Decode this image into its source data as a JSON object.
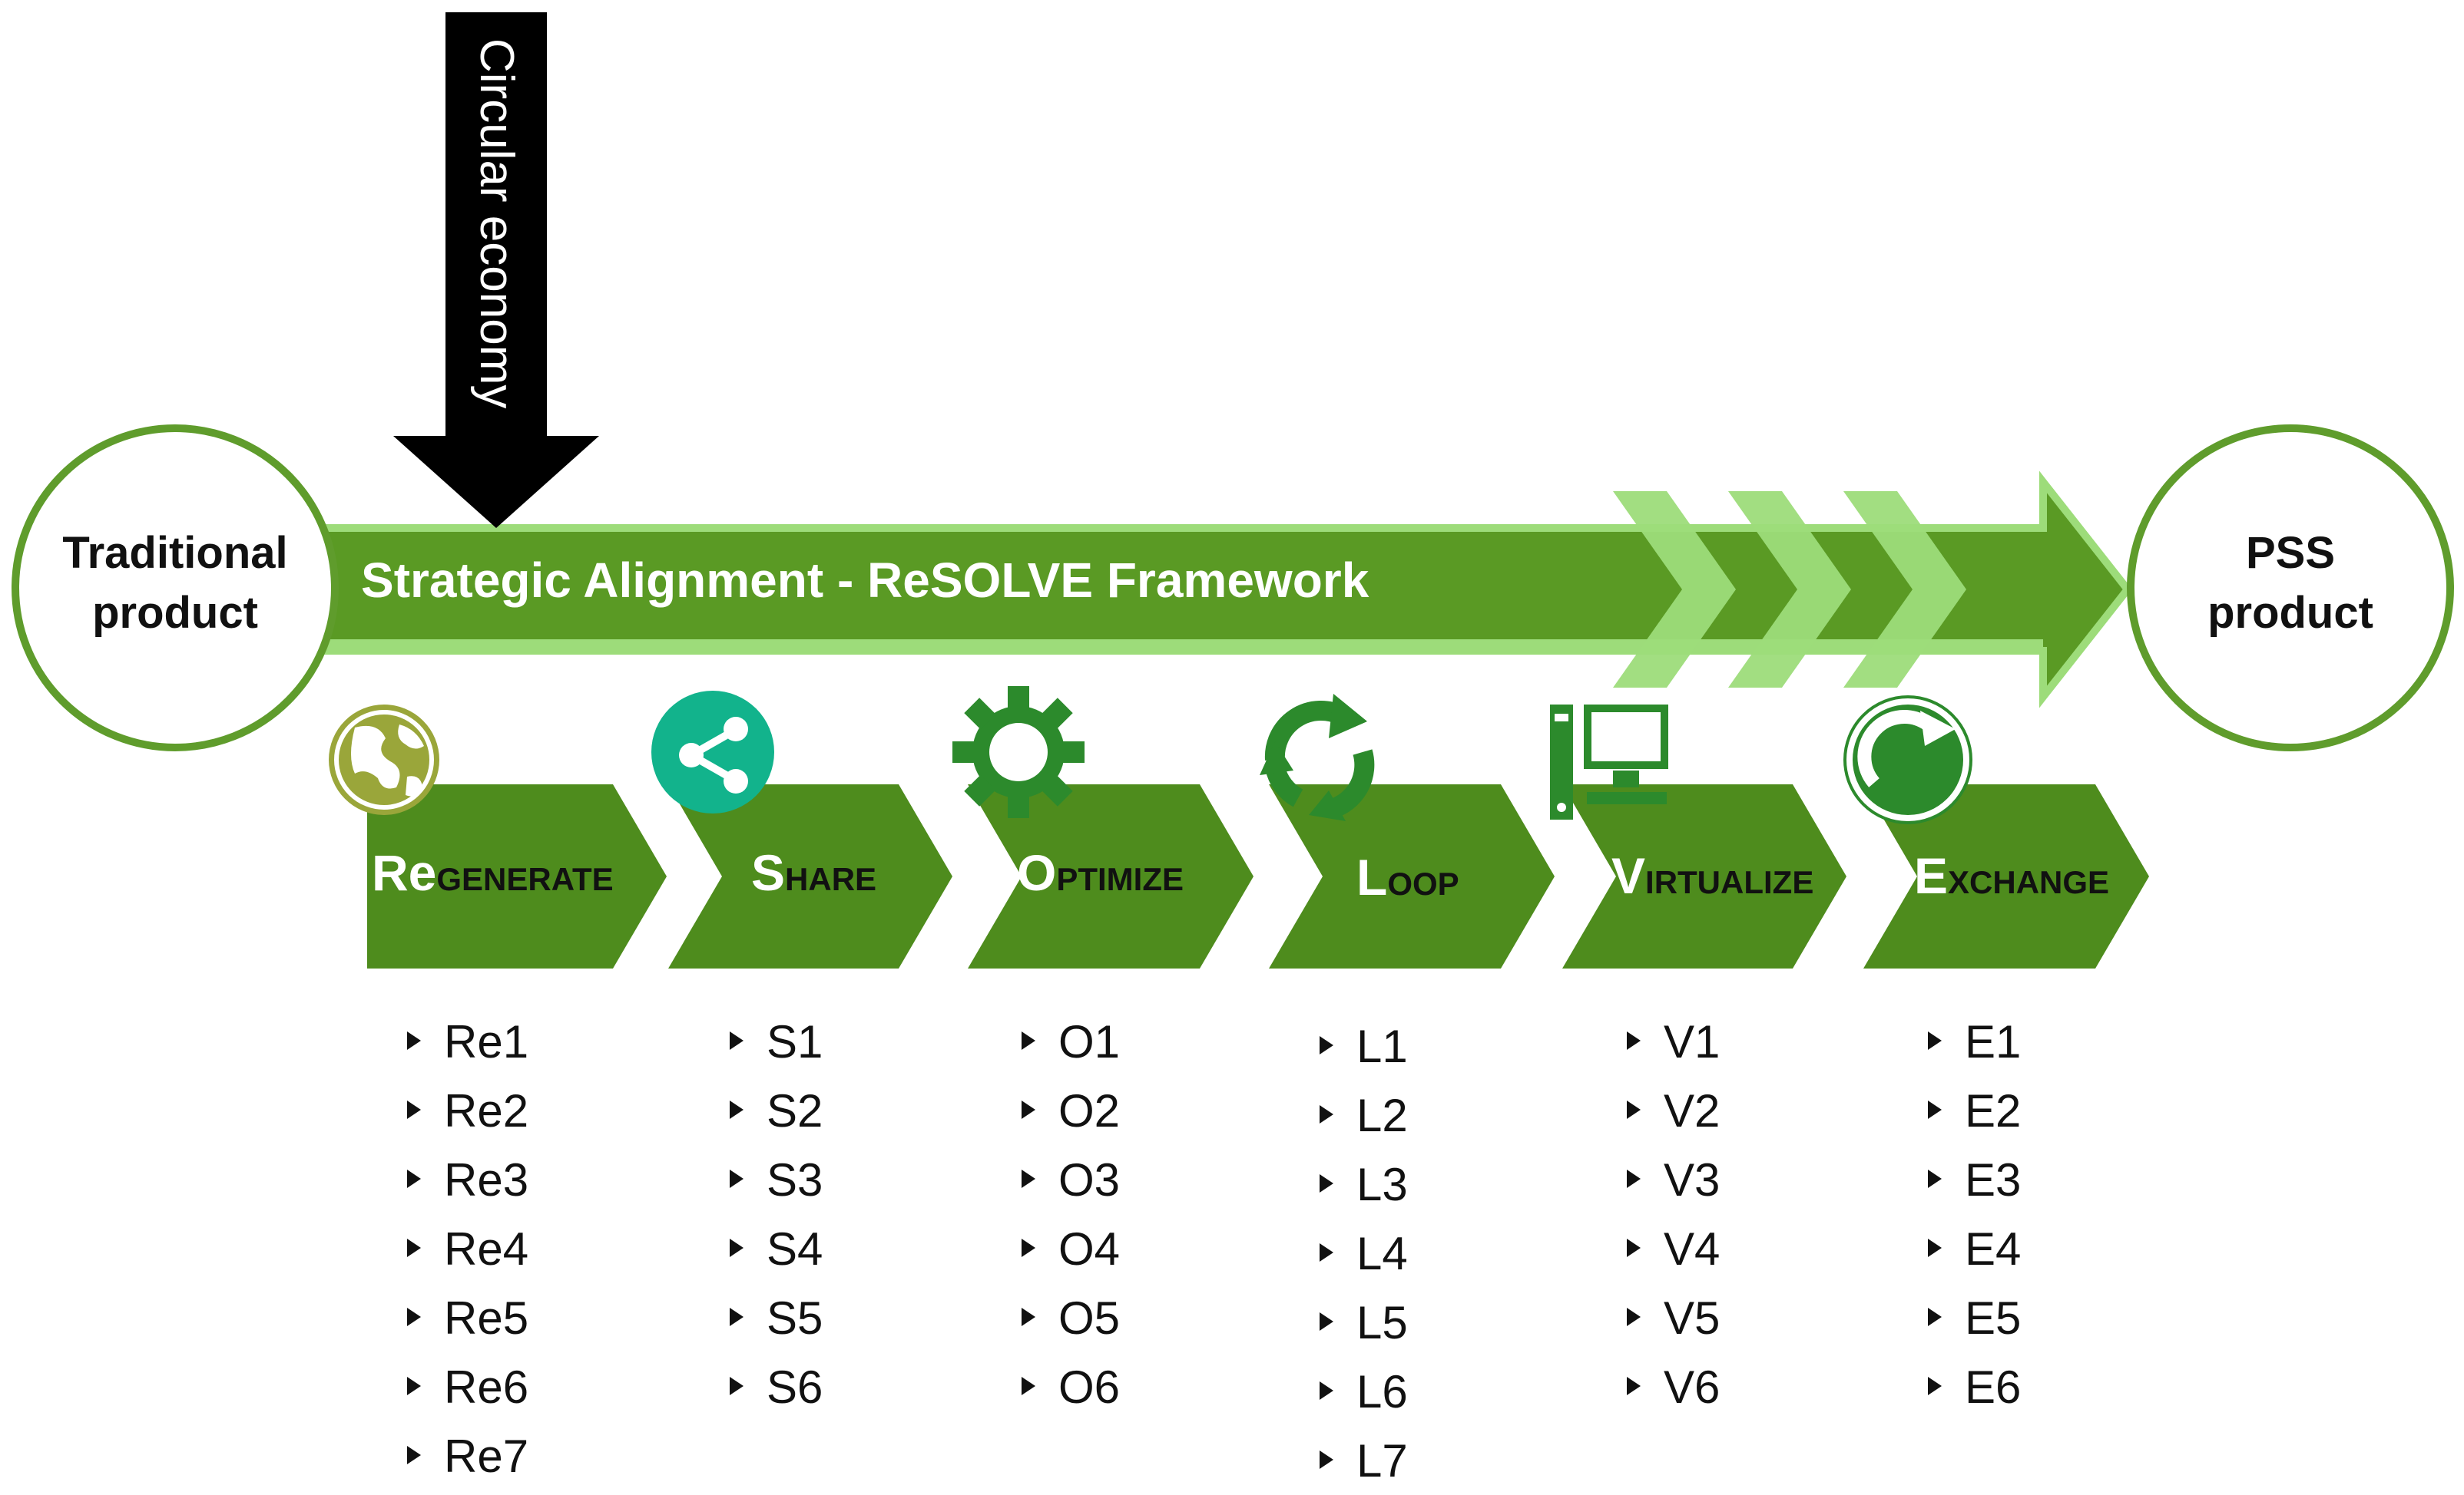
{
  "colors": {
    "dark_green": "#4e8c1d",
    "band_green": "#5a9a24",
    "light_green": "#9ddc7a",
    "pale_green": "#c7edb3",
    "circle_stroke": "#5f9c2c",
    "arrow_black": "#000000",
    "earth_green": "#9aa63a",
    "share_teal": "#12b38c",
    "icon_green": "#2c8a2c"
  },
  "circular_economy": {
    "label": "Circular economy"
  },
  "start_node": {
    "line1": "Traditional",
    "line2": "product"
  },
  "end_node": {
    "line1": "PSS",
    "line2": "product"
  },
  "band": {
    "label": "Strategic Alignment - ReSOLVE Framework"
  },
  "columns": [
    {
      "initial": "Re",
      "rest": "GENERATE",
      "icon": "globe-icon",
      "items": [
        "Re1",
        "Re2",
        "Re3",
        "Re4",
        "Re5",
        "Re6",
        "Re7"
      ]
    },
    {
      "initial": "S",
      "rest": "HARE",
      "icon": "share-icon",
      "items": [
        "S1",
        "S2",
        "S3",
        "S4",
        "S5",
        "S6"
      ]
    },
    {
      "initial": "O",
      "rest": "PTIMIZE",
      "icon": "gear-icon",
      "items": [
        "O1",
        "O2",
        "O3",
        "O4",
        "O5",
        "O6"
      ]
    },
    {
      "initial": "L",
      "rest": "OOP",
      "icon": "recycle-icon",
      "items": [
        "L1",
        "L2",
        "L3",
        "L4",
        "L5",
        "L6",
        "L7"
      ]
    },
    {
      "initial": "V",
      "rest": "IRTUALIZE",
      "icon": "computer-icon",
      "items": [
        "V1",
        "V2",
        "V3",
        "V4",
        "V5",
        "V6"
      ]
    },
    {
      "initial": "E",
      "rest": "XCHANGE",
      "icon": "exchange-icon",
      "items": [
        "E1",
        "E2",
        "E3",
        "E4",
        "E5",
        "E6"
      ]
    }
  ]
}
